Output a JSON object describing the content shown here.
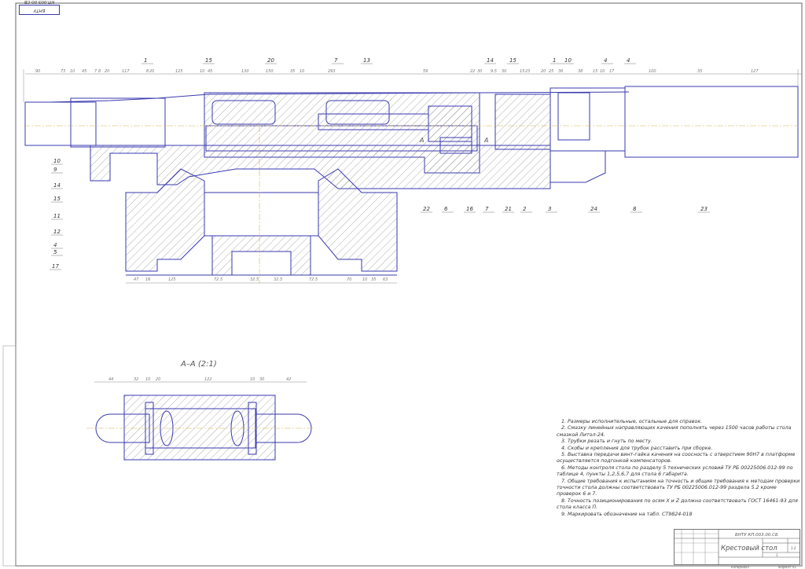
{
  "stamp": "БНТУ КП.003.00.СБ",
  "section_title": "А–А (2:1)",
  "section_marker": "А",
  "top_dimensions": [
    "90",
    "73",
    "10",
    "45",
    "7",
    "8",
    "20",
    "117",
    "8",
    "20",
    "125",
    "10",
    "45",
    "130",
    "150",
    "35",
    "10",
    "293",
    "59",
    "22",
    "30",
    "9.5",
    "30",
    "15",
    "23",
    "20",
    "25",
    "36",
    "38",
    "15",
    "10",
    "17",
    "100",
    "35",
    "127"
  ],
  "bottom_dimensions": [
    "47",
    "16",
    "125",
    "72.5",
    "32.5",
    "32.5",
    "72.5",
    "70",
    "10",
    "35",
    "63"
  ],
  "section_dimensions": [
    "44",
    "32",
    "10",
    "20",
    "122",
    "10",
    "30",
    "42"
  ],
  "top_callouts": [
    "1",
    "15",
    "20",
    "7",
    "13",
    "14",
    "15",
    "1",
    "10",
    "4",
    "4"
  ],
  "left_callouts": [
    "10",
    "9",
    "14",
    "15",
    "11",
    "12",
    "4",
    "5",
    "17"
  ],
  "bottom_callouts": [
    "22",
    "6",
    "16",
    "7",
    "21",
    "2",
    "3",
    "24",
    "8",
    "23"
  ],
  "notes": [
    "1. Размеры исполнительные, остальные для справок.",
    "2. Смазку линейных направляющих качения пополнять через 1500 часов работы стола смазкой Литол-24.",
    "3. Трубки резать и гнуть по месту.",
    "4. Скобы и крепления для трубок расставить при сборке.",
    "5. Выставка передачи винт-гайка качения на соосность с отверстием 90Н7 в платформе осуществляется подгонкой компенсаторов.",
    "6. Методы контроля стола по разделу 5 технических условий ТУ РБ 00225006.012-99 по таблице 4, пункты 1,2,5,6,7 для стола 6 габарита.",
    "7. Общие требования к испытаниям на точность и общие требования к методам проверки точности стола должны соответствовать ТУ РБ 00225006.012-99 раздела 5.2 кроме проверок 6 и 7.",
    "8. Точность позиционирования по осям X и Z должна соответствовать ГОСТ 16461-93 для стола класса П.",
    "9. Маркировать обозначение на табл. СТ9824-018"
  ],
  "title_block": {
    "designation": "БНТУ КП.003.00.СБ",
    "name": "Крестовый стол",
    "scale": "1:2",
    "sheet": "1",
    "copied": "Копировал",
    "format": "Формат А1"
  },
  "colors": {
    "line": "#3a3ab0",
    "axis": "#d6b24a"
  }
}
